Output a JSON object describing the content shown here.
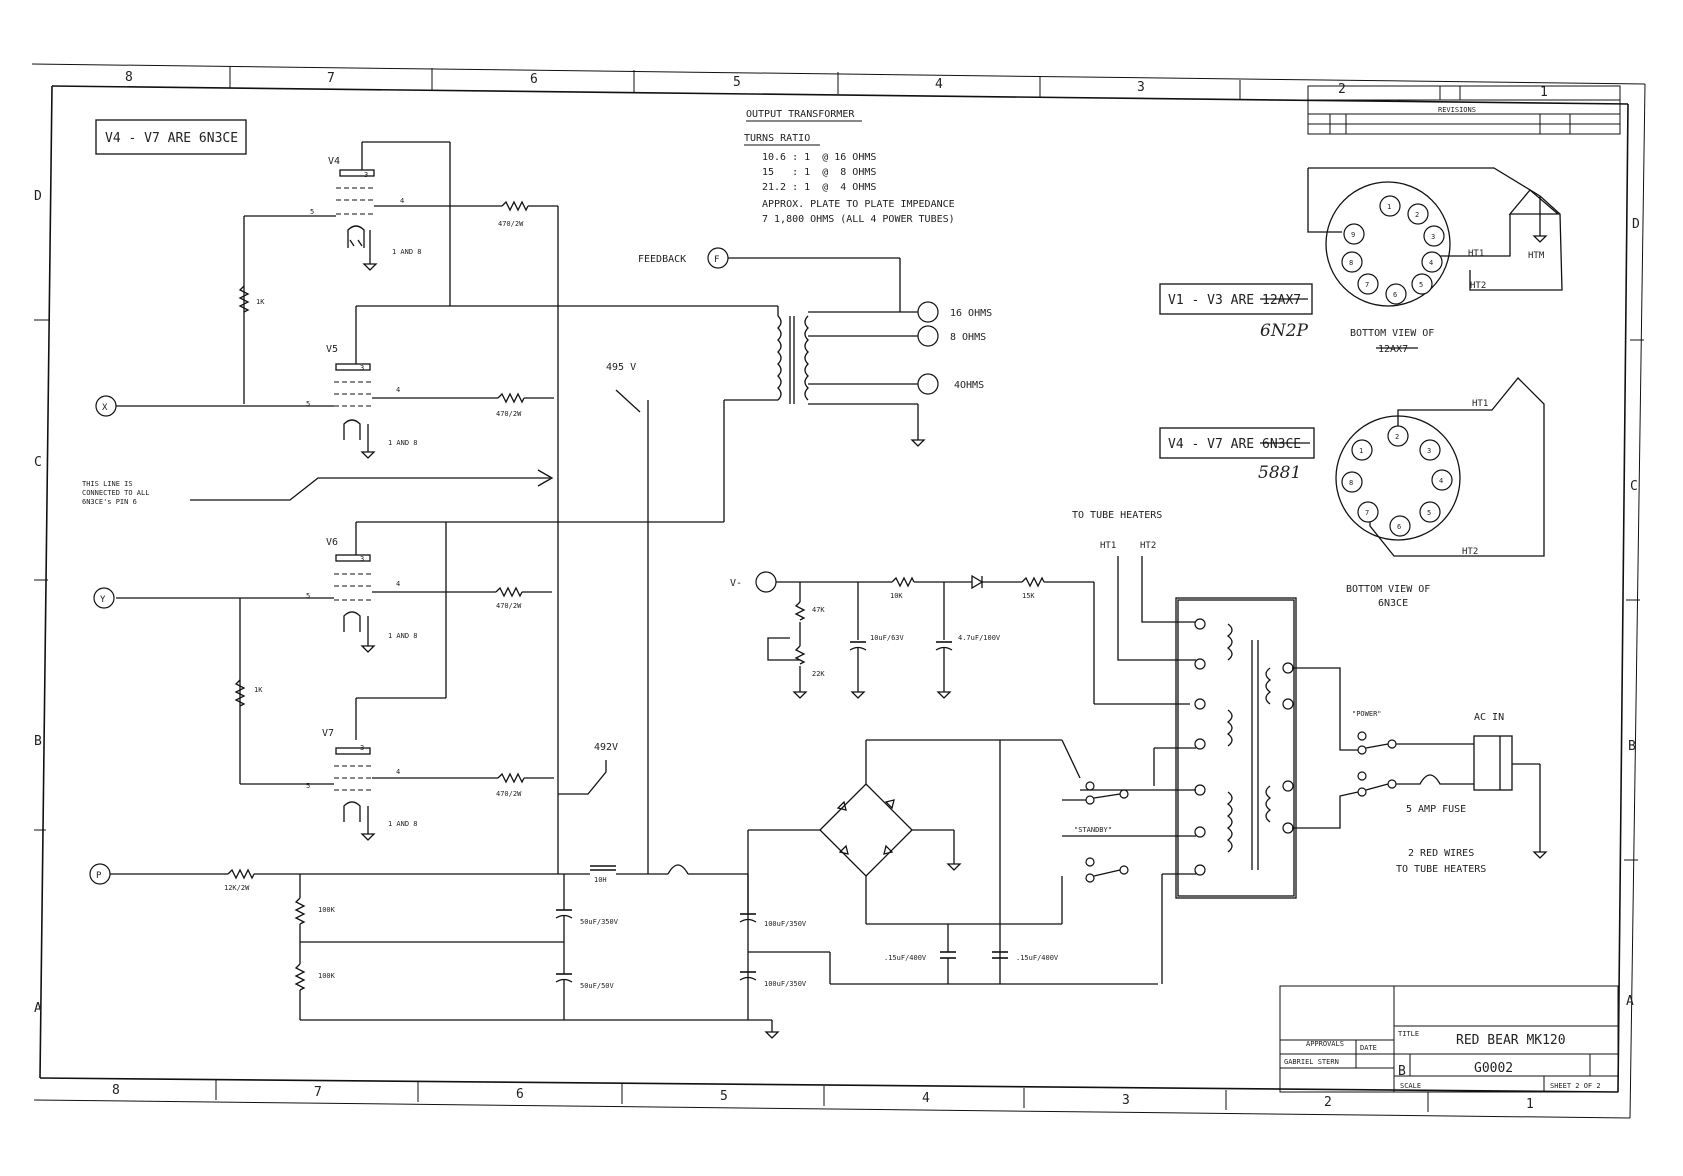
{
  "border": {
    "columns_top": [
      "8",
      "7",
      "6",
      "5",
      "4",
      "3",
      "2",
      "1"
    ],
    "columns_bottom": [
      "8",
      "7",
      "6",
      "5",
      "4",
      "3",
      "2",
      "1"
    ],
    "rows_left": [
      "D",
      "C",
      "B",
      "A"
    ],
    "rows_right": [
      "D",
      "C",
      "B",
      "A"
    ]
  },
  "notes": {
    "v4_v7_box": "V4 - V7 ARE 6N3CE",
    "ot_title": "OUTPUT TRANSFORMER",
    "turns_title": "TURNS RATIO",
    "turns": [
      "10.6 : 1  @ 16 OHMS",
      "15   : 1  @  8 OHMS",
      "21.2 : 1  @  4 OHMS"
    ],
    "impedance_1": "APPROX. PLATE TO PLATE IMPEDANCE",
    "impedance_2": "7 1,800 OHMS (ALL 4 POWER TUBES)",
    "gnd_note": [
      "THIS LINE IS",
      "CONNECTED TO ALL",
      "6N3CE's PIN 6"
    ],
    "tube_heaters": "TO TUBE HEATERS",
    "red_wires": [
      "2 RED WIRES",
      "TO TUBE HEATERS"
    ]
  },
  "tubes": [
    {
      "name": "V4",
      "grid_res": "470/2W",
      "cath": "1 AND 8"
    },
    {
      "name": "V5",
      "grid_res": "470/2W",
      "cath": "1 AND 8"
    },
    {
      "name": "V6",
      "grid_res": "470/2W",
      "cath": "1 AND 8"
    },
    {
      "name": "V7",
      "grid_res": "470/2W",
      "cath": "1 AND 8"
    }
  ],
  "pins": {
    "p3": "3",
    "p4": "4",
    "p5": "5"
  },
  "connectors": {
    "x": "X",
    "y": "Y",
    "p": "P",
    "f": "F",
    "feedback": "FEEDBACK",
    "vminus": "V-"
  },
  "outputs": [
    "16 OHMS",
    "8 OHMS",
    "4OHMS"
  ],
  "voltages": {
    "v495": "495 V",
    "v492": "492V"
  },
  "parts": {
    "r_grid1": "1K",
    "r_grid2": "1K",
    "r_p": "12K/2W",
    "r_100k": "100K",
    "r_100k2": "100K",
    "cap_50_1": "50uF/350V",
    "cap_50_2": "50uF/50V",
    "cap_100_1": "100uF/350V",
    "cap_100_2": "100uF/350V",
    "cap_15_1": ".15uF/400V",
    "cap_15_2": ".15uF/400V",
    "choke": "10H",
    "r_47k": "47K",
    "r_22k": "22K",
    "r_10k": "10K",
    "r_15k": "15K",
    "cap_10": "10uF/63V",
    "cap_47": "4.7uF/100V"
  },
  "power": {
    "power_switch": "\"POWER\"",
    "standby_switch": "\"STANDBY\"",
    "ac_in": "AC IN",
    "fuse": "5 AMP FUSE",
    "ht1": "HT1",
    "ht2": "HT2",
    "htm": "HTM"
  },
  "bases": {
    "v1_v3": "V1 - V3 ARE",
    "v1_v3_struck": "12AX7",
    "v1_v3_hand": "6N2P",
    "base1_caption": "BOTTOM VIEW OF",
    "base1_struck": "12AX7",
    "v4_v7": "V4 - V7 ARE",
    "v4_v7_struck": "6N3CE",
    "v4_v7_hand": "5881",
    "base2_caption_1": "BOTTOM VIEW OF",
    "base2_caption_2": "6N3CE",
    "nine_pins": [
      "1",
      "2",
      "3",
      "4",
      "5",
      "6",
      "7",
      "8",
      "9"
    ],
    "eight_pins": [
      "1",
      "2",
      "3",
      "4",
      "5",
      "6",
      "7",
      "8"
    ]
  },
  "title_block": {
    "revisions": "REVISIONS",
    "title_label": "TITLE",
    "title": "RED BEAR MK120",
    "approvals": "APPROVALS",
    "drawn_by": "GABRIEL STERN",
    "date_label": "DATE",
    "size": "B",
    "dwg_no": "G0002",
    "sheet": "SHEET 2 OF 2",
    "scale": "SCALE"
  }
}
